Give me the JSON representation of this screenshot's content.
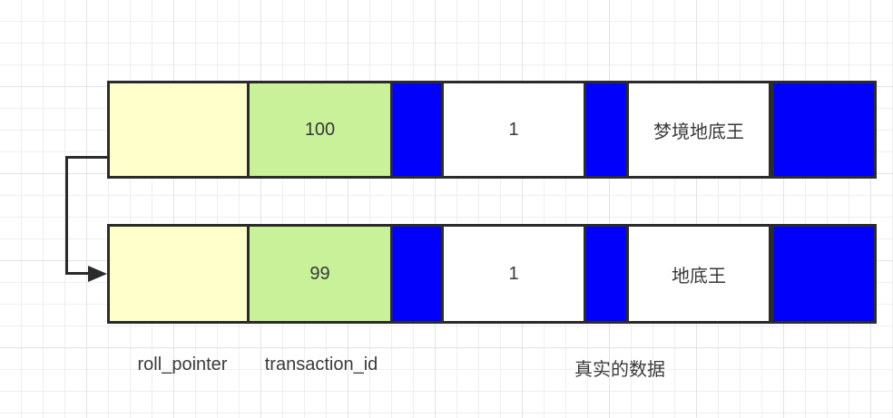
{
  "colors": {
    "border": "#2b2b2b",
    "roll_pointer_fill": "#ffffcc",
    "transaction_id_fill": "#c9f19a",
    "separator_fill": "#0101fb",
    "data_fill": "#ffffff",
    "grid_minor": "#efefef",
    "grid_major": "#e3e3e3",
    "text": "#383838"
  },
  "rows": [
    {
      "name": "newest-version-record",
      "cells": [
        {
          "role": "roll_pointer",
          "text": ""
        },
        {
          "role": "transaction_id",
          "text": "100"
        },
        {
          "role": "separator",
          "text": ""
        },
        {
          "role": "data-field",
          "text": "1"
        },
        {
          "role": "separator",
          "text": ""
        },
        {
          "role": "data-field",
          "text": "梦境地底王"
        },
        {
          "role": "separator",
          "text": ""
        }
      ]
    },
    {
      "name": "old-version-record",
      "cells": [
        {
          "role": "roll_pointer",
          "text": ""
        },
        {
          "role": "transaction_id",
          "text": "99"
        },
        {
          "role": "separator",
          "text": ""
        },
        {
          "role": "data-field",
          "text": "1"
        },
        {
          "role": "separator",
          "text": ""
        },
        {
          "role": "data-field",
          "text": "地底王"
        },
        {
          "role": "separator",
          "text": ""
        }
      ]
    }
  ],
  "labels": {
    "roll_pointer": "roll_pointer",
    "transaction_id": "transaction_id",
    "real_data": "真实的数据"
  }
}
